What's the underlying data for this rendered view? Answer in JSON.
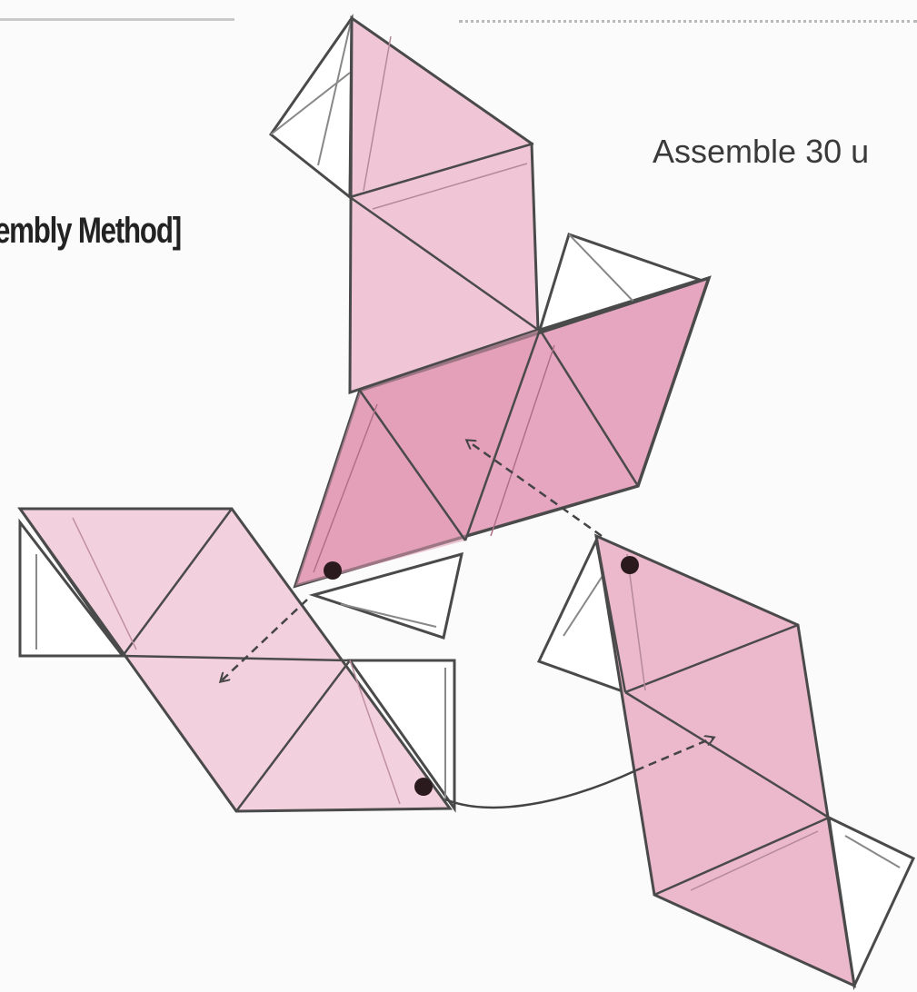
{
  "header": {
    "assembly_label": "embly Method]",
    "instruction": "Assemble 30 u"
  },
  "colors": {
    "unit_fill_light": "#f0c6d6",
    "unit_fill_mid": "#eab2c7",
    "unit_fill_dark": "#e29ab5",
    "outline": "#4a4a4a",
    "flap_fill": "#ffffff",
    "dot": "#2a1a1e"
  },
  "icons": {
    "connection_dot": "filled-circle",
    "arrow": "dashed-arrow"
  }
}
